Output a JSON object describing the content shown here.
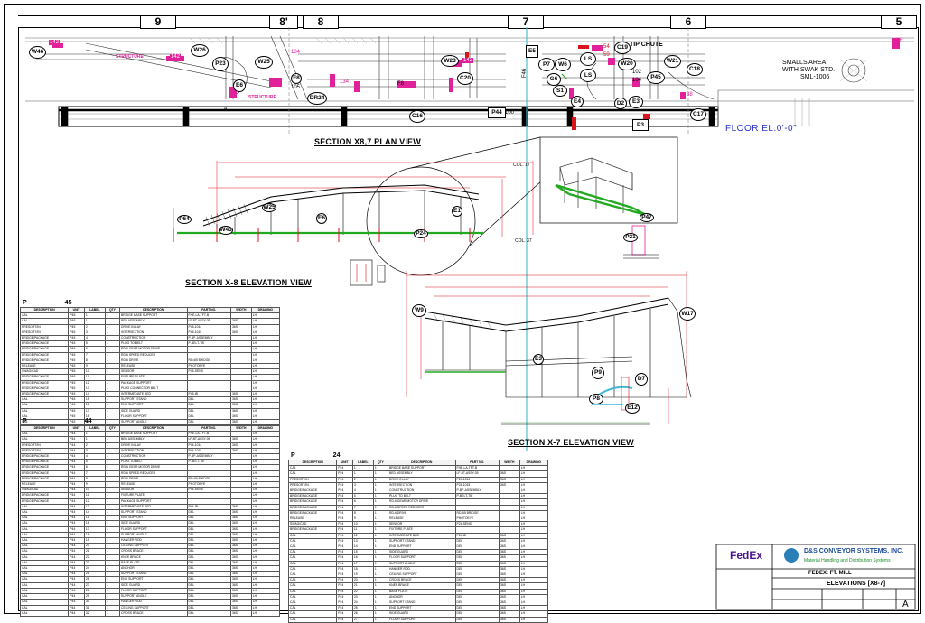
{
  "grid": {
    "columns": [
      "9",
      "8'",
      "8",
      "7",
      "6",
      "5"
    ]
  },
  "plan": {
    "title": "SECTION X8,7 PLAN VIEW",
    "floor_label": "FLOOR EL.0'-0\"",
    "smalls_area": [
      "SMALLS AREA",
      "WITH SWAK STD.",
      "SML-1006"
    ],
    "tip_chute": "TIP CHUTE",
    "structure_labels": [
      "STRUCTURE",
      "STRUCTURE"
    ],
    "bubbles": [
      "W46",
      "142",
      "W25",
      "P23",
      "W26",
      "142",
      "E6",
      "F8",
      "105",
      "DR24",
      "W23",
      "142",
      "C20",
      "C16",
      "P44",
      "100",
      "F46",
      "E5",
      "P7",
      "W6",
      "LS",
      "G6",
      "LS",
      "S1",
      "C19",
      "W20",
      "P45",
      "W21",
      "C18",
      "E4",
      "D2",
      "E3",
      "C17",
      "P3",
      "134",
      "134",
      "F8",
      "4",
      "38",
      "54",
      "59",
      "102",
      "104",
      "3R"
    ]
  },
  "elev1": {
    "title": "SECTION X-8 ELEVATION VIEW",
    "col_labels": [
      "COL. 17",
      "COL. 37"
    ],
    "bubbles": [
      "P64",
      "W43",
      "W25",
      "E6",
      "P24",
      "E1",
      "P21",
      "P47"
    ]
  },
  "elev2": {
    "title": "SECTION X-7 ELEVATION VIEW",
    "bubbles": [
      "W9",
      "W17",
      "P9",
      "D7",
      "P8",
      "E12",
      "E3"
    ]
  },
  "tables": [
    {
      "tag": "P",
      "number": "45",
      "headers": [
        "DESCRIPTION",
        "UNIT",
        "LABEL",
        "QTY",
        "DESCRIPTION",
        "PART NO.",
        "WIDTH",
        "DRAWING"
      ],
      "rows": [
        [
          "CAL",
          "P45",
          "1",
          "1",
          "BRIDGE BASE SUPPORT",
          "FHE-LA-TFT-B",
          "",
          "LH"
        ],
        [
          "CAL",
          "P45",
          "1",
          "1",
          "BED ASSEMBLY",
          "LF-BT-ASSY-05",
          "36S",
          "LH"
        ],
        [
          "PRESORT/IN",
          "P45",
          "2",
          "1",
          "DRIVE IN-LAY",
          "P45-1014",
          "36S",
          "LH"
        ],
        [
          "PRESORT/IN",
          "P45",
          "3",
          "1",
          "INTERSECTION",
          "P45-1015",
          "36S",
          "LH"
        ],
        [
          "BRIDGE/PACKAGE",
          "P45",
          "4",
          "1",
          "CONSTRUCTION",
          "P-BP-ASSEMBLY",
          "",
          "LH"
        ],
        [
          "BRIDGE/PACKAGE",
          "P45",
          "5",
          "1",
          "PLUG TO BELT",
          "P-BELT-TIE",
          "",
          "LH"
        ],
        [
          "BRIDGE/PACKAGE",
          "P45",
          "6",
          "1",
          "RD-6 GEAR MOTOR DRIVE",
          "",
          "",
          "LH"
        ],
        [
          "BRIDGE/PACKAGE",
          "P45",
          "7",
          "1",
          "RD-6 SPEED REDUCER",
          "",
          "",
          "LH"
        ],
        [
          "BRIDGE/PACKAGE",
          "P45",
          "8",
          "1",
          "RD-6 DRIVE",
          "RD-6B BRIDGE",
          "",
          "LH"
        ],
        [
          "RELEASE",
          "P45",
          "9",
          "1",
          "RELEASE",
          "PHOTOEYE",
          "",
          "LH"
        ],
        [
          "SWAG/CAD",
          "P45",
          "10",
          "1",
          "SENSOR",
          "P45-SENS",
          "",
          "LH"
        ],
        [
          "BRIDGE/PACKAGE",
          "P45",
          "11",
          "1",
          "FIXTURE PLATE",
          "",
          "",
          "LH"
        ],
        [
          "BRIDGE/PACKAGE",
          "P45",
          "12",
          "1",
          "PACKAGE SUPPORT",
          "",
          "",
          "LH"
        ],
        [
          "BRIDGE/PACKAGE",
          "P45",
          "13",
          "1",
          "PLUG CONNECTOR BELT",
          "",
          "",
          "LH"
        ],
        [
          "BRIDGE/PACKAGE",
          "P45",
          "14",
          "1",
          "INTERMEDIATE BED",
          "P45-IB",
          "36S",
          "LH"
        ],
        [
          "CAL",
          "P45",
          "15",
          "1",
          "SUPPORT STAND",
          "DEL",
          "36S",
          "LH"
        ],
        [
          "CAL",
          "P45",
          "16",
          "1",
          "END SUPPORT",
          "DEL",
          "36S",
          "LH"
        ],
        [
          "CAL",
          "P45",
          "17",
          "1",
          "SIDE GUARD",
          "DEL",
          "36S",
          "LH"
        ],
        [
          "CAL",
          "P45",
          "18",
          "1",
          "FLOOR SUPPORT",
          "DEL",
          "36S",
          "LH"
        ],
        [
          "CAL",
          "P45",
          "19",
          "1",
          "SUPPORT ANGLE",
          "DEL",
          "36S",
          "LH"
        ],
        [
          "CAL",
          "P45",
          "20",
          "1",
          "HANGER ROD",
          "DEL",
          "36S",
          "LH"
        ],
        [
          "CAL",
          "P45",
          "21",
          "1",
          "CEILING SUPPORT",
          "DEL",
          "36S",
          "LH"
        ]
      ]
    },
    {
      "tag": "P",
      "number": "44",
      "headers": [
        "DESCRIPTION",
        "UNIT",
        "LABEL",
        "QTY",
        "DESCRIPTION",
        "PART NO.",
        "WIDTH",
        "DRAWING"
      ],
      "rows": [
        [
          "CAL",
          "P44",
          "1",
          "1",
          "BRIDGE BASE SUPPORT",
          "FHE-LA-TFT-B",
          "",
          "LH"
        ],
        [
          "CAL",
          "P44",
          "1",
          "1",
          "BED ASSEMBLY",
          "LF-BT-ASSY-05",
          "36S",
          "LH"
        ],
        [
          "PRESORT/IN",
          "P44",
          "2",
          "1",
          "DRIVE IN-LAY",
          "P44-1014",
          "36S",
          "LH"
        ],
        [
          "PRESORT/IN",
          "P44",
          "3",
          "1",
          "INTERSECTION",
          "P44-1015",
          "36S",
          "LH"
        ],
        [
          "BRIDGE/PACKAGE",
          "P44",
          "4",
          "1",
          "CONSTRUCTION",
          "P-BP-ASSEMBLY",
          "",
          "LH"
        ],
        [
          "BRIDGE/PACKAGE",
          "P44",
          "5",
          "1",
          "PLUG TO BELT",
          "P-BELT-TIE",
          "",
          "LH"
        ],
        [
          "BRIDGE/PACKAGE",
          "P44",
          "6",
          "1",
          "RD-6 GEAR MOTOR DRIVE",
          "",
          "",
          "LH"
        ],
        [
          "BRIDGE/PACKAGE",
          "P44",
          "7",
          "1",
          "RD-6 SPEED REDUCER",
          "",
          "",
          "LH"
        ],
        [
          "BRIDGE/PACKAGE",
          "P44",
          "8",
          "1",
          "RD-6 DRIVE",
          "RD-6B BRIDGE",
          "",
          "LH"
        ],
        [
          "RELEASE",
          "P44",
          "9",
          "1",
          "RELEASE",
          "PHOTOEYE",
          "",
          "LH"
        ],
        [
          "SWAG/CAD",
          "P44",
          "10",
          "1",
          "SENSOR",
          "P44-SENS",
          "",
          "LH"
        ],
        [
          "BRIDGE/PACKAGE",
          "P44",
          "11",
          "1",
          "FIXTURE PLATE",
          "",
          "",
          "LH"
        ],
        [
          "BRIDGE/PACKAGE",
          "P44",
          "12",
          "1",
          "PACKAGE SUPPORT",
          "",
          "",
          "LH"
        ],
        [
          "CAL",
          "P44",
          "13",
          "1",
          "INTERMEDIATE BED",
          "P44-IB",
          "36S",
          "LH"
        ],
        [
          "CAL",
          "P44",
          "14",
          "1",
          "SUPPORT STAND",
          "DEL",
          "36S",
          "LH"
        ],
        [
          "CAL",
          "P44",
          "15",
          "1",
          "END SUPPORT",
          "DEL",
          "36S",
          "LH"
        ],
        [
          "CAL",
          "P44",
          "16",
          "1",
          "SIDE GUARD",
          "DEL",
          "36S",
          "LH"
        ],
        [
          "CAL",
          "P44",
          "17",
          "1",
          "FLOOR SUPPORT",
          "DEL",
          "36S",
          "LH"
        ],
        [
          "CAL",
          "P44",
          "18",
          "1",
          "SUPPORT ANGLE",
          "DEL",
          "36S",
          "LH"
        ],
        [
          "CAL",
          "P44",
          "19",
          "1",
          "HANGER ROD",
          "DEL",
          "36S",
          "LH"
        ],
        [
          "CAL",
          "P44",
          "20",
          "1",
          "CEILING SUPPORT",
          "DEL",
          "36S",
          "LH"
        ],
        [
          "CAL",
          "P44",
          "21",
          "1",
          "CROSS BRACE",
          "DEL",
          "36S",
          "LH"
        ],
        [
          "CAL",
          "P44",
          "22",
          "1",
          "KNEE BRACE",
          "DEL",
          "36S",
          "LH"
        ],
        [
          "CAL",
          "P44",
          "23",
          "1",
          "BASE PLATE",
          "DEL",
          "36S",
          "LH"
        ],
        [
          "CAL",
          "P44",
          "24",
          "1",
          "ANCHOR",
          "DEL",
          "36S",
          "LH"
        ],
        [
          "CAL",
          "P44",
          "25",
          "1",
          "SUPPORT STAND",
          "DEL",
          "36S",
          "LH"
        ],
        [
          "CAL",
          "P44",
          "26",
          "1",
          "END SUPPORT",
          "DEL",
          "36S",
          "LH"
        ],
        [
          "CAL",
          "P44",
          "27",
          "1",
          "SIDE GUARD",
          "DEL",
          "36S",
          "LH"
        ],
        [
          "CAL",
          "P44",
          "28",
          "1",
          "FLOOR SUPPORT",
          "DEL",
          "36S",
          "LH"
        ],
        [
          "CAL",
          "P44",
          "29",
          "1",
          "SUPPORT ANGLE",
          "DEL",
          "36S",
          "LH"
        ],
        [
          "CAL",
          "P44",
          "30",
          "1",
          "HANGER ROD",
          "DEL",
          "36S",
          "LH"
        ],
        [
          "CAL",
          "P44",
          "31",
          "1",
          "CEILING SUPPORT",
          "DEL",
          "36S",
          "LH"
        ],
        [
          "CAL",
          "P44",
          "32",
          "1",
          "CROSS BRACE",
          "DEL",
          "36S",
          "LH"
        ]
      ]
    },
    {
      "tag": "P",
      "number": "24",
      "headers": [
        "DESCRIPTION",
        "UNIT",
        "LABEL",
        "QTY",
        "DESCRIPTION",
        "PART NO.",
        "WIDTH",
        "DRAWING"
      ],
      "rows": [
        [
          "CAL",
          "P24",
          "1",
          "1",
          "BRIDGE BASE SUPPORT",
          "FHE-LA-TFT-B",
          "",
          "LH"
        ],
        [
          "CAL",
          "P24",
          "1",
          "1",
          "BED ASSEMBLY",
          "LF-BT-ASSY-05",
          "36S",
          "LH"
        ],
        [
          "PRESORT/IN",
          "P24",
          "2",
          "1",
          "DRIVE IN-LAY",
          "P24-1014",
          "36S",
          "LH"
        ],
        [
          "PRESORT/IN",
          "P24",
          "3",
          "1",
          "INTERSECTION",
          "P24-1015",
          "36S",
          "LH"
        ],
        [
          "BRIDGE/PACKAGE",
          "P24",
          "4",
          "1",
          "CONSTRUCTION",
          "P-BP-ASSEMBLY",
          "",
          "LH"
        ],
        [
          "BRIDGE/PACKAGE",
          "P24",
          "5",
          "1",
          "PLUG TO BELT",
          "P-BELT-TIE",
          "",
          "LH"
        ],
        [
          "BRIDGE/PACKAGE",
          "P24",
          "6",
          "1",
          "RD-6 GEAR MOTOR DRIVE",
          "",
          "",
          "LH"
        ],
        [
          "BRIDGE/PACKAGE",
          "P24",
          "7",
          "1",
          "RD-6 SPEED REDUCER",
          "",
          "",
          "LH"
        ],
        [
          "BRIDGE/PACKAGE",
          "P24",
          "8",
          "1",
          "RD-6 DRIVE",
          "RD-6B BRIDGE",
          "",
          "LH"
        ],
        [
          "RELEASE",
          "P24",
          "9",
          "1",
          "RELEASE",
          "PHOTOEYE",
          "",
          "LH"
        ],
        [
          "SWAG/CAD",
          "P24",
          "10",
          "1",
          "SENSOR",
          "P24-SENS",
          "",
          "LH"
        ],
        [
          "BRIDGE/PACKAGE",
          "P24",
          "11",
          "1",
          "FIXTURE PLATE",
          "",
          "",
          "LH"
        ],
        [
          "CAL",
          "P24",
          "12",
          "1",
          "INTERMEDIATE BED",
          "P24-IB",
          "36S",
          "LH"
        ],
        [
          "CAL",
          "P24",
          "13",
          "1",
          "SUPPORT STAND",
          "DEL",
          "36S",
          "LH"
        ],
        [
          "CAL",
          "P24",
          "14",
          "1",
          "END SUPPORT",
          "DEL",
          "36S",
          "LH"
        ],
        [
          "CAL",
          "P24",
          "15",
          "1",
          "SIDE GUARD",
          "DEL",
          "36S",
          "LH"
        ],
        [
          "CAL",
          "P24",
          "16",
          "1",
          "FLOOR SUPPORT",
          "DEL",
          "36S",
          "LH"
        ],
        [
          "CAL",
          "P24",
          "17",
          "1",
          "SUPPORT ANGLE",
          "DEL",
          "36S",
          "LH"
        ],
        [
          "CAL",
          "P24",
          "18",
          "1",
          "HANGER ROD",
          "DEL",
          "36S",
          "LH"
        ],
        [
          "CAL",
          "P24",
          "19",
          "1",
          "CEILING SUPPORT",
          "DEL",
          "36S",
          "LH"
        ],
        [
          "CAL",
          "P24",
          "20",
          "1",
          "CROSS BRACE",
          "DEL",
          "36S",
          "LH"
        ],
        [
          "CAL",
          "P24",
          "21",
          "1",
          "KNEE BRACE",
          "DEL",
          "36S",
          "LH"
        ],
        [
          "CAL",
          "P24",
          "22",
          "1",
          "BASE PLATE",
          "DEL",
          "36S",
          "LH"
        ],
        [
          "CAL",
          "P24",
          "23",
          "1",
          "ANCHOR",
          "DEL",
          "36S",
          "LH"
        ],
        [
          "CAL",
          "P24",
          "24",
          "1",
          "SUPPORT STAND",
          "DEL",
          "36S",
          "LH"
        ],
        [
          "CAL",
          "P24",
          "25",
          "1",
          "END SUPPORT",
          "DEL",
          "36S",
          "LH"
        ],
        [
          "CAL",
          "P24",
          "26",
          "1",
          "SIDE GUARD",
          "DEL",
          "36S",
          "LH"
        ],
        [
          "CAL",
          "P24",
          "27",
          "1",
          "FLOOR SUPPORT",
          "DEL",
          "36S",
          "LH"
        ]
      ]
    }
  ],
  "title_block": {
    "client_logo": "FedEx",
    "company": "D&S CONVEYOR SYSTEMS, INC.",
    "company_sub": "Material Handling and Distribution Systems",
    "project": "FEDEX: FT. MILL",
    "drawing_title": "ELEVATIONS [X8-7]",
    "revision": "A"
  },
  "colors": {
    "magenta": "#e0219a",
    "green": "#22aa22",
    "red": "#d8151b",
    "blue": "#2a33c9",
    "cyan": "#3fb7d6",
    "gray_line": "#888888"
  }
}
